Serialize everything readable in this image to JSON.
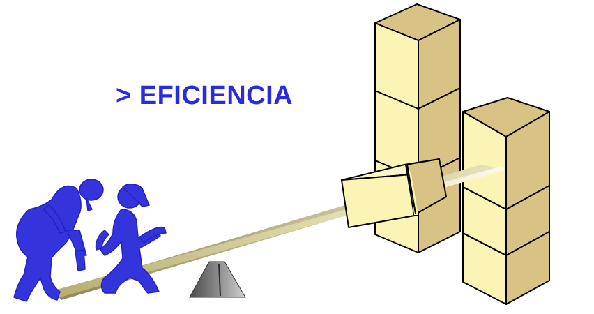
{
  "slide": {
    "title": "> EFICIENCIA"
  },
  "colors": {
    "title": "#2a2ae0",
    "figures": "#3434dc",
    "box_face": "#fcf4b4",
    "box_side": "#d8c384",
    "box_edge": "#000000",
    "plank_light": "#fbf8de",
    "plank_dark": "#b7ae74",
    "fulcrum": "#6b6b6b"
  },
  "illustration": {
    "figures_icon": "two-people-pushing-clipart",
    "boxes_icon": "stacked-boxes-clipart",
    "seesaw_icon": "seesaw-lever-clipart"
  }
}
